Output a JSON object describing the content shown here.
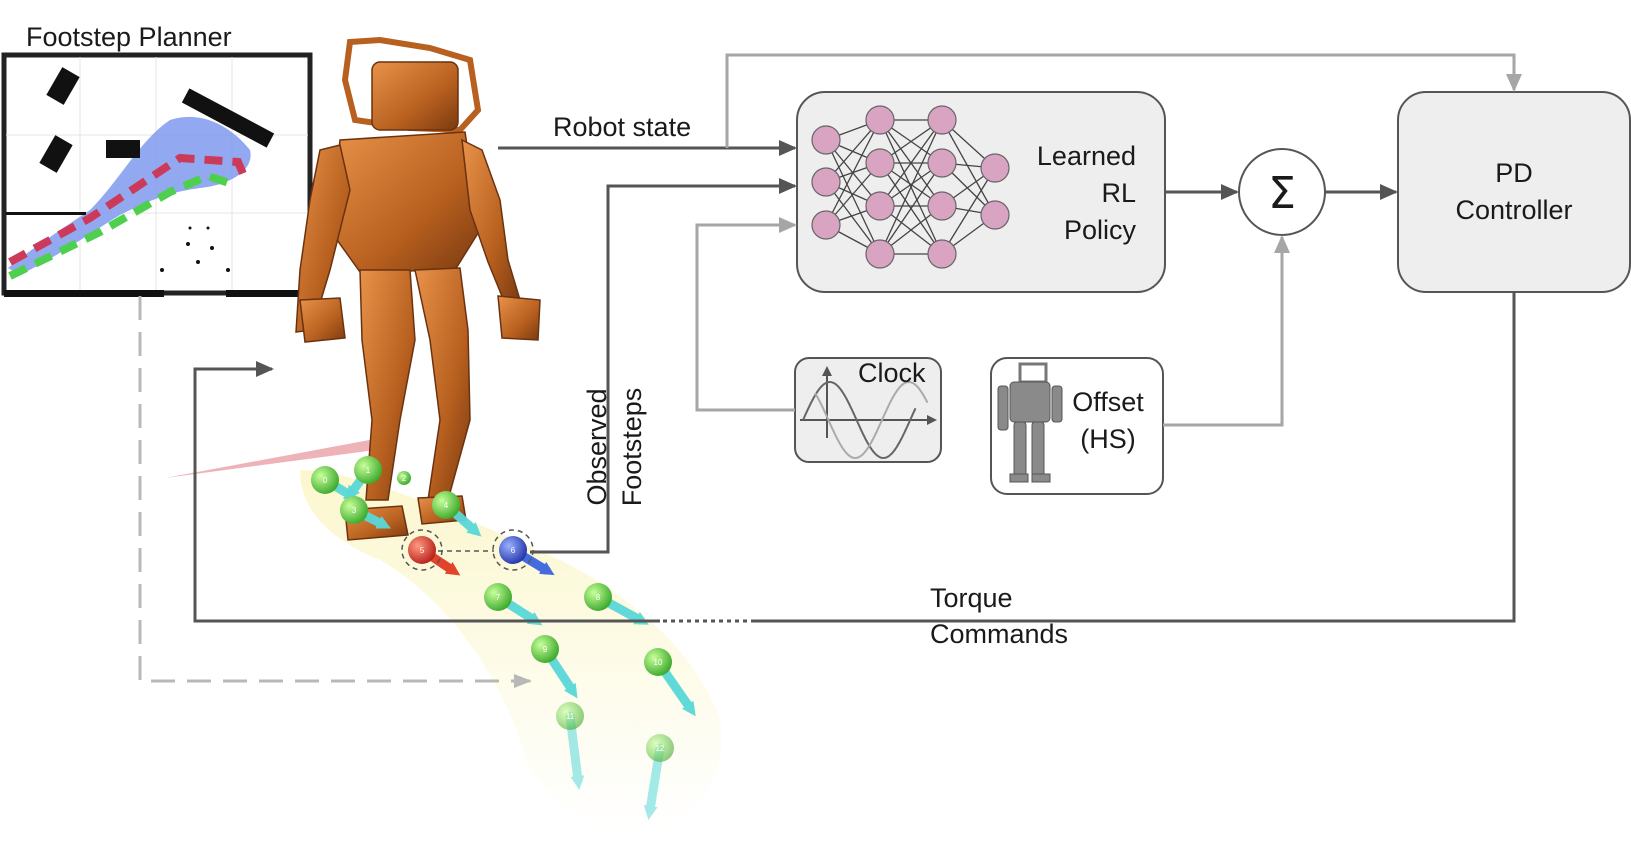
{
  "planner": {
    "title": "Footstep Planner"
  },
  "edges": {
    "robot_state": "Robot state",
    "observed_footsteps_line1": "Observed",
    "observed_footsteps_line2": "Footsteps",
    "torque_line1": "Torque",
    "torque_line2": "Commands"
  },
  "blocks": {
    "policy_line1": "Learned",
    "policy_line2": "RL",
    "policy_line3": "Policy",
    "sum_symbol": "Σ",
    "pd_line1": "PD",
    "pd_line2": "Controller",
    "clock": "Clock",
    "offset_line1": "Offset",
    "offset_line2": "(HS)"
  },
  "footstep_numbers": [
    "0",
    "1",
    "2",
    "3",
    "4",
    "5",
    "6",
    "7",
    "8",
    "9",
    "10",
    "11",
    "12"
  ],
  "colors": {
    "block_fill": "#eeeeee",
    "block_stroke": "#555555",
    "arrow_dark": "#555555",
    "arrow_light": "#a6a6a6",
    "neuron": "#d9a3c2",
    "robot": "#c0682a",
    "step_green": "#4cc23c",
    "step_red": "#d8302a",
    "step_blue": "#3048c8",
    "step_arrow": "#59d8d8",
    "plan_red": "#cc3a5a",
    "plan_green": "#4ed04e",
    "plan_blue": "#7f9af0"
  }
}
